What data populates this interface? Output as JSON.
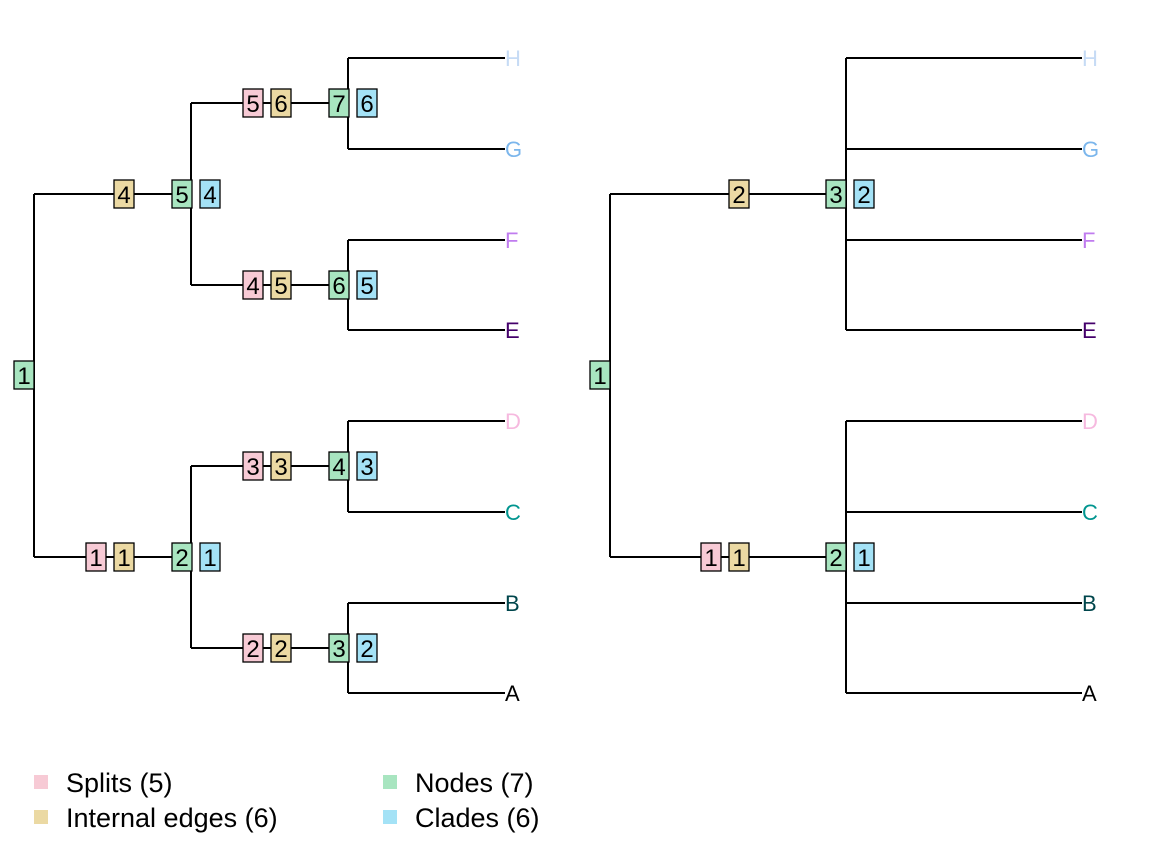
{
  "colors": {
    "line": "#000000",
    "split": "#F7CAD5",
    "edge": "#EBD9A3",
    "node": "#A8E5C0",
    "clade": "#A4E2F6",
    "tips": {
      "H": "#C6DBF5",
      "G": "#7BB6EC",
      "F": "#C07CEF",
      "E": "#44006B",
      "D": "#F6B9DF",
      "C": "#00958F",
      "B": "#00464C",
      "A": "#000000"
    }
  },
  "tips": [
    "H",
    "G",
    "F",
    "E",
    "D",
    "C",
    "B",
    "A"
  ],
  "legend": [
    {
      "key": "split",
      "label": "Splits (5)"
    },
    {
      "key": "node",
      "label": "Nodes (7)"
    },
    {
      "key": "edge",
      "label": "Internal edges (6)"
    },
    {
      "key": "clade",
      "label": "Clades (6)"
    }
  ],
  "trees": [
    {
      "name": "left-tree",
      "labels": [
        {
          "type": "node",
          "text": "1"
        },
        {
          "type": "edge",
          "text": "4"
        },
        {
          "type": "node",
          "text": "5"
        },
        {
          "type": "clade",
          "text": "4"
        },
        {
          "type": "split",
          "text": "5"
        },
        {
          "type": "edge",
          "text": "6"
        },
        {
          "type": "node",
          "text": "7"
        },
        {
          "type": "clade",
          "text": "6"
        },
        {
          "type": "split",
          "text": "4"
        },
        {
          "type": "edge",
          "text": "5"
        },
        {
          "type": "node",
          "text": "6"
        },
        {
          "type": "clade",
          "text": "5"
        },
        {
          "type": "split",
          "text": "1"
        },
        {
          "type": "edge",
          "text": "1"
        },
        {
          "type": "node",
          "text": "2"
        },
        {
          "type": "clade",
          "text": "1"
        },
        {
          "type": "split",
          "text": "3"
        },
        {
          "type": "edge",
          "text": "3"
        },
        {
          "type": "node",
          "text": "4"
        },
        {
          "type": "clade",
          "text": "3"
        },
        {
          "type": "split",
          "text": "2"
        },
        {
          "type": "edge",
          "text": "2"
        },
        {
          "type": "node",
          "text": "3"
        },
        {
          "type": "clade",
          "text": "2"
        }
      ]
    },
    {
      "name": "right-tree",
      "labels": [
        {
          "type": "node",
          "text": "1"
        },
        {
          "type": "edge",
          "text": "2"
        },
        {
          "type": "node",
          "text": "3"
        },
        {
          "type": "clade",
          "text": "2"
        },
        {
          "type": "split",
          "text": "1"
        },
        {
          "type": "edge",
          "text": "1"
        },
        {
          "type": "node",
          "text": "2"
        },
        {
          "type": "clade",
          "text": "1"
        }
      ]
    }
  ]
}
